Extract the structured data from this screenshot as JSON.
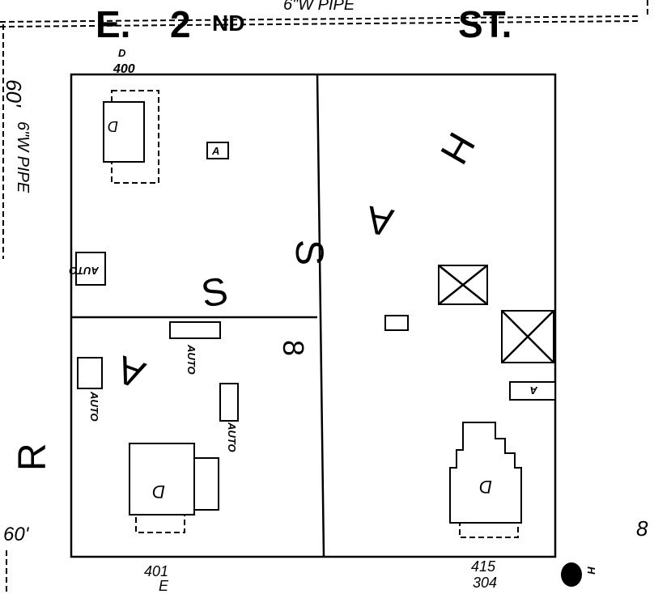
{
  "street": {
    "name_part1": "E.",
    "name_part2": "2",
    "name_suffix": "ND",
    "name_part3": "ST.",
    "pipe_label": "6\"W PIPE"
  },
  "left_side": {
    "pipe_label": "6\"W PIPE",
    "width_top": "60'",
    "width_bottom": "60'",
    "letter": "R"
  },
  "right_side": {
    "width": "8"
  },
  "lots": {
    "top_left": {
      "address": "400",
      "top_letter": "D",
      "dwelling": "D",
      "sheds": [
        "A"
      ],
      "auto": "AUTO"
    },
    "top_right": {
      "letters": [
        "H",
        "A"
      ]
    },
    "bottom_left": {
      "address": "401",
      "address_letter": "E",
      "dwelling": "D",
      "shed_labels": [
        "AUTO",
        "AUTO",
        "AUTO"
      ],
      "shed": "A"
    },
    "bottom_right": {
      "address": "415",
      "address2": "304",
      "dwelling": "D",
      "shed": "A"
    },
    "block_letters": [
      "S",
      "S",
      "8"
    ]
  },
  "hydrant_label": "H"
}
